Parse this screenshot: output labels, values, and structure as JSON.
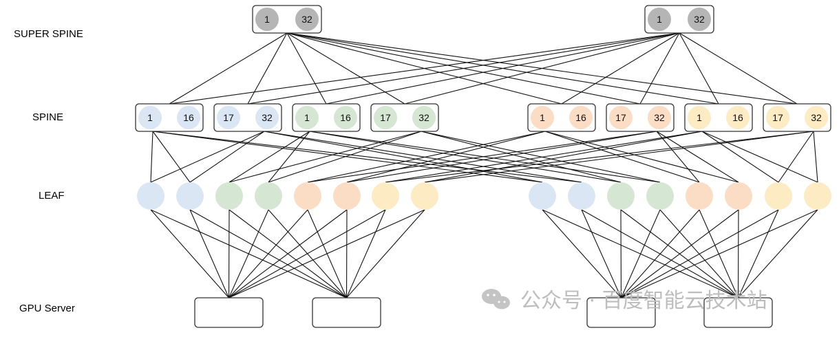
{
  "tiers": {
    "super_spine": "SUPER SPINE",
    "spine": "SPINE",
    "leaf": "LEAF",
    "gpu_server": "GPU Server"
  },
  "colors": {
    "gray": "#b5b5b5",
    "blue": "#dbe6f5",
    "green": "#d5e6d3",
    "orange": "#fbdcc4",
    "yellow": "#fdebc3",
    "box_stroke": "#333333",
    "line": "#111111",
    "watermark": "#bdbdbd"
  },
  "super_spine": [
    {
      "left": "1",
      "right": "32",
      "color": "gray"
    },
    {
      "left": "1",
      "right": "32",
      "color": "gray"
    }
  ],
  "spine": [
    {
      "left": "1",
      "right": "16",
      "color": "blue"
    },
    {
      "left": "17",
      "right": "32",
      "color": "blue"
    },
    {
      "left": "1",
      "right": "16",
      "color": "green"
    },
    {
      "left": "17",
      "right": "32",
      "color": "green"
    },
    {
      "left": "1",
      "right": "16",
      "color": "orange"
    },
    {
      "left": "17",
      "right": "32",
      "color": "orange"
    },
    {
      "left": "1",
      "right": "16",
      "color": "yellow"
    },
    {
      "left": "17",
      "right": "32",
      "color": "yellow"
    }
  ],
  "leaves": [
    "blue",
    "blue",
    "green",
    "green",
    "orange",
    "orange",
    "yellow",
    "yellow",
    "blue",
    "blue",
    "green",
    "green",
    "orange",
    "orange",
    "yellow",
    "yellow"
  ],
  "gpu_servers": 4,
  "watermark": {
    "icon": "wechat-icon",
    "text": "公众号 · 百度智能云技术站"
  }
}
